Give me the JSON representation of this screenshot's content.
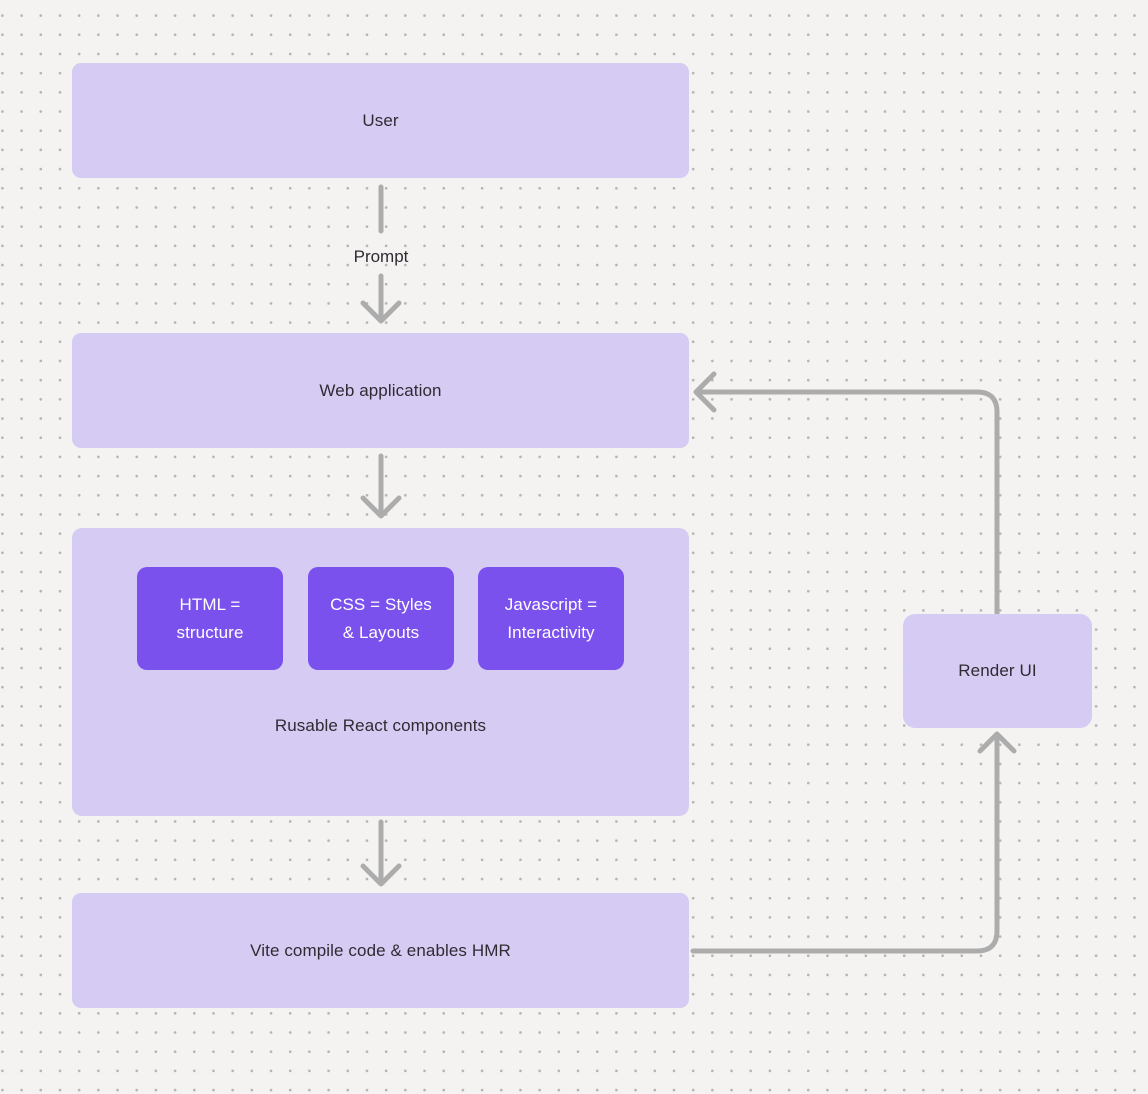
{
  "nodes": {
    "user": {
      "label": "User"
    },
    "web_application": {
      "label": "Web application"
    },
    "components": {
      "caption": "Rusable React components",
      "items": [
        {
          "line1": "HTML =",
          "line2": "structure"
        },
        {
          "line1": "CSS = Styles",
          "line2": "& Layouts"
        },
        {
          "line1": "Javascript =",
          "line2": "Interactivity"
        }
      ]
    },
    "vite": {
      "label": "Vite compile code & enables HMR"
    },
    "render_ui": {
      "label": "Render UI"
    }
  },
  "edges": {
    "user_to_web": {
      "label": "Prompt",
      "from": "User",
      "to": "Web application"
    },
    "web_to_components": {
      "label": "",
      "from": "Web application",
      "to": "Rusable React components"
    },
    "components_to_vite": {
      "label": "",
      "from": "Rusable React components",
      "to": "Vite compile code & enables HMR"
    },
    "vite_to_render": {
      "label": "",
      "from": "Vite compile code & enables HMR",
      "to": "Render UI"
    },
    "render_to_web": {
      "label": "",
      "from": "Render UI",
      "to": "Web application"
    }
  },
  "colors": {
    "background": "#f4f3f2",
    "dot_grid": "#b6b3b1",
    "node_fill_light": "#d6ccf3",
    "node_fill_accent": "#7b51ee",
    "connector": "#acacac",
    "text_dark": "#2e2b33",
    "text_light": "#ffffff"
  }
}
